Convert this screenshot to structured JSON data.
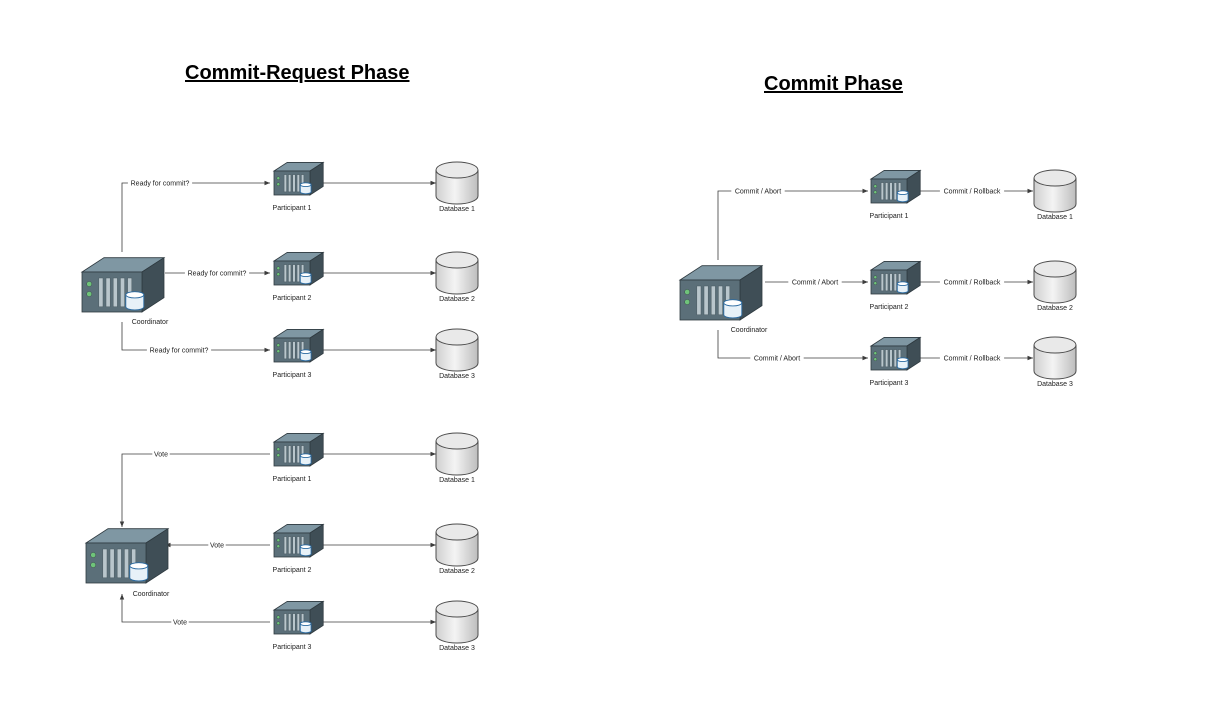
{
  "titles": {
    "commit_request": "Commit-Request Phase",
    "commit": "Commit Phase"
  },
  "diagram1": {
    "coordinator": "Coordinator",
    "edge_label": "Ready for commit?",
    "participants": [
      "Participant 1",
      "Participant 2",
      "Participant 3"
    ],
    "databases": [
      "Database 1",
      "Database 2",
      "Database 3"
    ]
  },
  "diagram2": {
    "coordinator": "Coordinator",
    "edge_label": "Vote",
    "participants": [
      "Participant 1",
      "Participant 2",
      "Participant 3"
    ],
    "databases": [
      "Database 1",
      "Database 2",
      "Database 3"
    ]
  },
  "diagram3": {
    "coordinator": "Coordinator",
    "edge_label": "Commit / Abort",
    "db_edge_label": "Commit / Rollback",
    "participants": [
      "Participant 1",
      "Participant 2",
      "Participant 3"
    ],
    "databases": [
      "Database 1",
      "Database 2",
      "Database 3"
    ]
  },
  "colors": {
    "server_top": "#7f97a3",
    "server_front": "#5b6f79",
    "server_side": "#3f4e56",
    "drive_bay": "#b9c6cc",
    "db_fill": "#e9e9e9",
    "db_stroke": "#4d4d4d",
    "line": "#3c3c3c"
  }
}
